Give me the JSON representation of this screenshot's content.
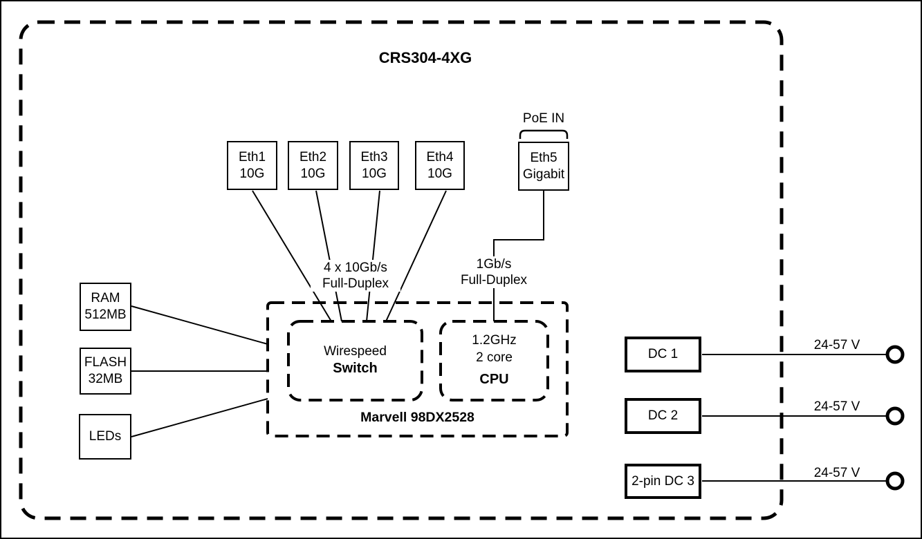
{
  "device": {
    "title": "CRS304-4XG",
    "soc_name": "Marvell 98DX2528"
  },
  "ports": [
    {
      "name": "Eth1",
      "speed": "10G"
    },
    {
      "name": "Eth2",
      "speed": "10G"
    },
    {
      "name": "Eth3",
      "speed": "10G"
    },
    {
      "name": "Eth4",
      "speed": "10G"
    },
    {
      "name": "Eth5",
      "speed": "Gigabit"
    }
  ],
  "poe": {
    "label": "PoE IN"
  },
  "links": {
    "switch_ports": {
      "line1": "4 x 10Gb/s",
      "line2": "Full-Duplex"
    },
    "cpu_port": {
      "line1": "1Gb/s",
      "line2": "Full-Duplex"
    }
  },
  "soc": {
    "switch": {
      "line1": "Wirespeed",
      "line2": "Switch"
    },
    "cpu": {
      "line1": "1.2GHz",
      "line2": "2 core",
      "line3": "CPU"
    }
  },
  "peripherals": [
    {
      "line1": "RAM",
      "line2": "512MB"
    },
    {
      "line1": "FLASH",
      "line2": "32MB"
    },
    {
      "line1": "LEDs"
    }
  ],
  "power_inputs": [
    {
      "label": "DC 1",
      "voltage": "24-57 V"
    },
    {
      "label": "DC 2",
      "voltage": "24-57 V"
    },
    {
      "label": "2-pin DC 3",
      "voltage": "24-57 V"
    }
  ],
  "colors": {
    "ink": "#000000",
    "background": "#ffffff"
  }
}
